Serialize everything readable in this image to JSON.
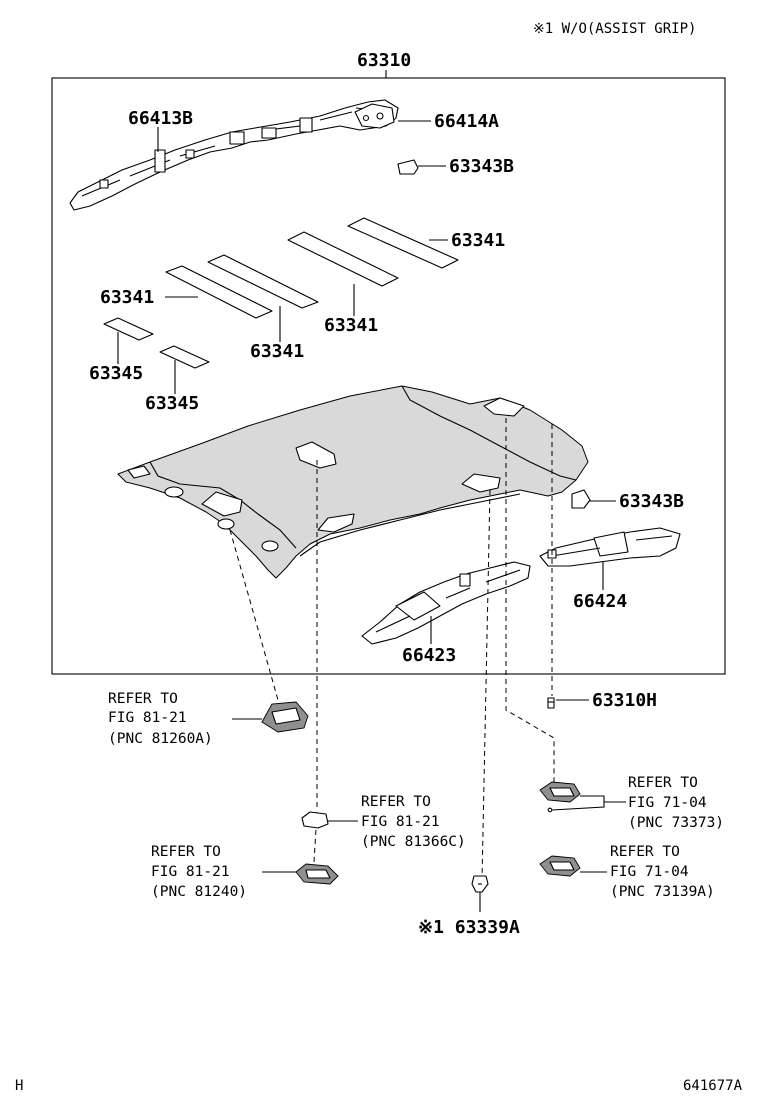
{
  "note": "※1  W/O(ASSIST GRIP)",
  "assembly": "63310",
  "labels": {
    "l_66413B": "66413B",
    "l_66414A": "66414A",
    "l_63343B_top": "63343B",
    "l_63341_a": "63341",
    "l_63341_b": "63341",
    "l_63341_c": "63341",
    "l_63341_d": "63341",
    "l_63345_a": "63345",
    "l_63345_b": "63345",
    "l_63343B_mid": "63343B",
    "l_66424": "66424",
    "l_66423": "66423",
    "l_63310H": "63310H",
    "l_63339A": "※1 63339A"
  },
  "refs": {
    "r1": [
      "REFER TO",
      "FIG 81-21",
      "(PNC 81260A)"
    ],
    "r2": [
      "REFER TO",
      "FIG 81-21",
      "(PNC 81366C)"
    ],
    "r3": [
      "REFER TO",
      "FIG 81-21",
      "(PNC 81240)"
    ],
    "r4": [
      "REFER TO",
      "FIG 71-04",
      "(PNC 73373)"
    ],
    "r5": [
      "REFER TO",
      "FIG 71-04",
      "(PNC 73139A)"
    ]
  },
  "footer": {
    "left": "H",
    "right": "641677A"
  }
}
